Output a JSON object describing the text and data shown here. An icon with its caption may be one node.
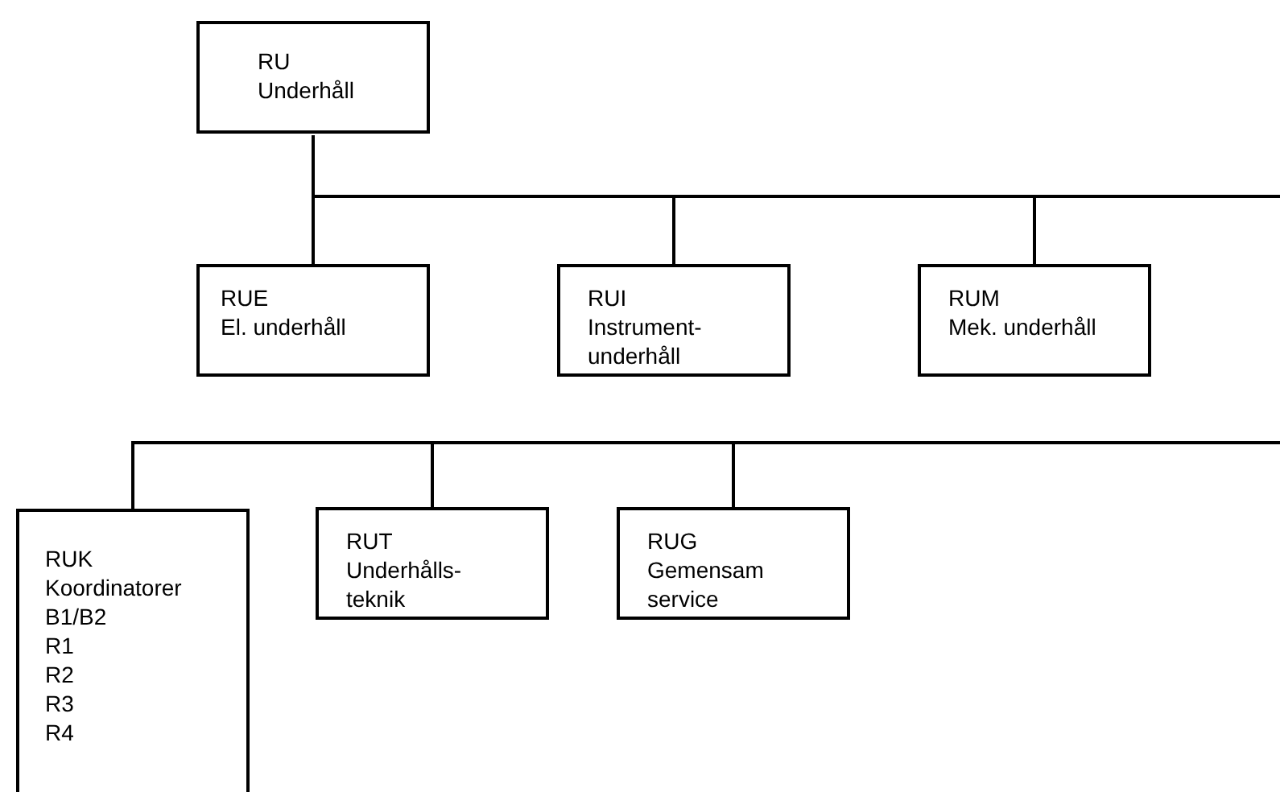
{
  "diagram": {
    "nodes": [
      {
        "text": [
          "RU",
          "Underhåll"
        ]
      },
      {
        "text": [
          "RUE",
          "El. underhåll"
        ]
      },
      {
        "text": [
          "RUI",
          "Instrument- underhåll"
        ]
      },
      {
        "text": [
          "RUM",
          "Mek. underhåll"
        ]
      },
      {
        "text": [
          "RUK",
          "Koordinatorer",
          "B1/B2",
          "R1",
          "R2",
          "R3",
          "R4"
        ]
      },
      {
        "text": [
          "RUT",
          "Underhålls- teknik"
        ]
      },
      {
        "text": [
          "RUG",
          "Gemensam",
          "service"
        ]
      }
    ],
    "edges": [
      {
        "from": 0,
        "to": 1,
        "arrow": "none"
      },
      {
        "from": 0,
        "to": 2,
        "arrow": "none"
      },
      {
        "from": 0,
        "to": 3,
        "arrow": "none"
      },
      {
        "from": null,
        "to": 4,
        "arrow": "none"
      },
      {
        "from": null,
        "to": 5,
        "arrow": "none"
      },
      {
        "from": null,
        "to": 6,
        "arrow": "none"
      }
    ]
  }
}
